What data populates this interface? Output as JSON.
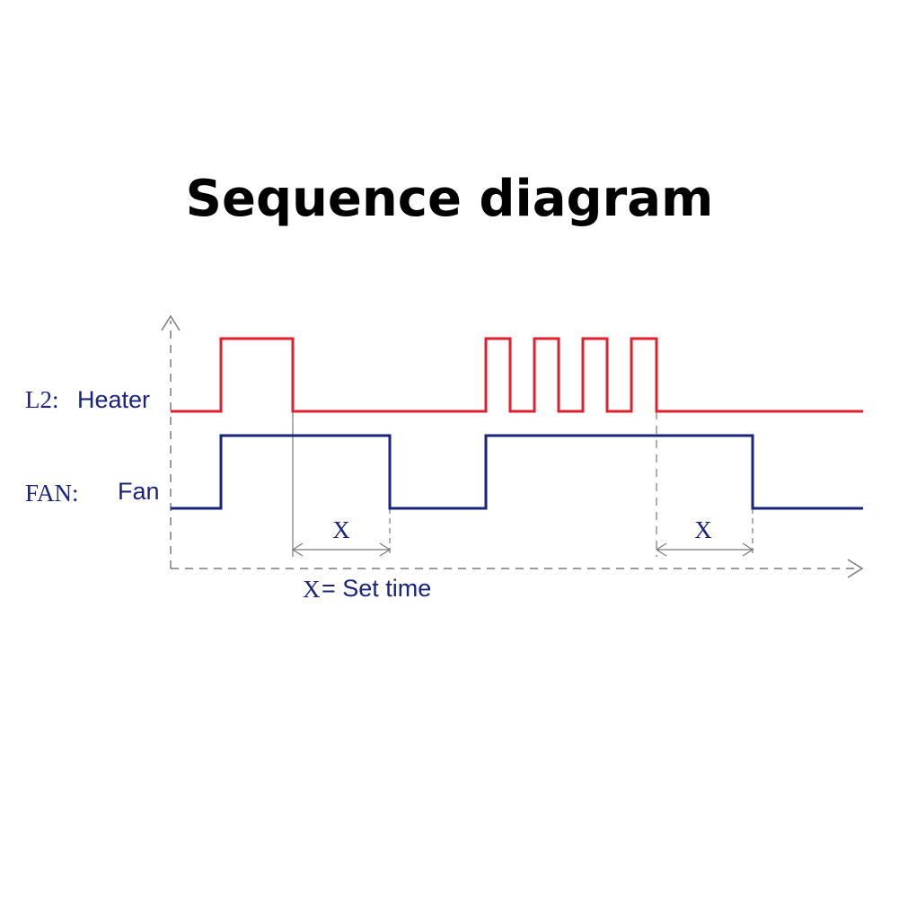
{
  "title": "Sequence diagram",
  "colors": {
    "heater": "#e0202e",
    "fan": "#1a237e",
    "guides": "#7a7a7a",
    "label": "#1a237e"
  },
  "signals": {
    "heater": {
      "prefix": "L2:",
      "name": "Heater"
    },
    "fan": {
      "prefix": "FAN:",
      "name": "Fan"
    }
  },
  "delay_marker_label": "X",
  "legend": {
    "symbol": "X",
    "text": "= Set time"
  }
}
